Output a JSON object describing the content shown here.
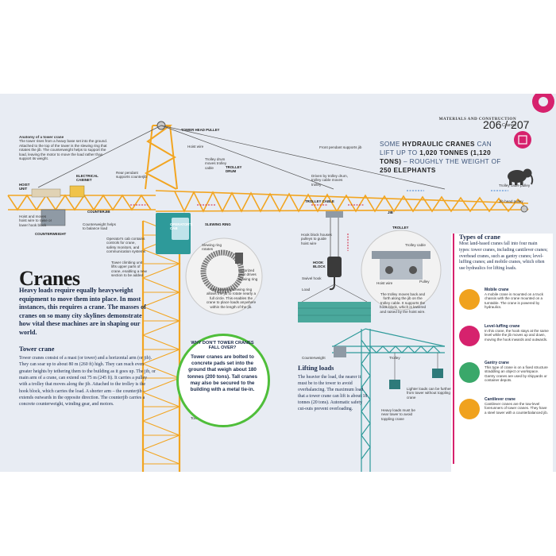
{
  "header": {
    "section": "MATERIALS AND CONSTRUCTION",
    "topic": "Cranes",
    "pages": "206 / 207"
  },
  "fact": {
    "pre1": "SOME ",
    "hl1": "HYDRAULIC CRANES",
    "mid1": " CAN LIFT UP TO ",
    "hl2": "1,020 TONNES (1,120 TONS)",
    "mid2": " – ROUGHLY THE WEIGHT OF ",
    "hl3": "250 ELEPHANTS"
  },
  "title": "Cranes",
  "intro": "Heavy loads require equally heavyweight equipment to move them into place. In most instances, this requires a crane. The masses of cranes on so many city skylines demonstrate how vital these machines are in shaping our world.",
  "tower_crane": {
    "heading": "Tower crane",
    "body": "Tower cranes consist of a mast (or tower) and a horizontal arm (or jib). They can soar up to about 80 m (260 ft) high. They can reach even greater heights by tethering them to the building as it goes up. The jib, or main arm of a crane, can extend out 75 m (245 ft). It carries a pulley with a trolley that moves along the jib. Attached to the trolley is the hook block, which carries the load. A shorter arm – the counterjib – extends outwards in the opposite direction. The counterjib carries a concrete counterweight, winding gear, and motors."
  },
  "anatomy": {
    "heading": "Anatomy of a tower crane",
    "body": "The tower rises from a heavy base set into the ground. Attached to the top of the tower is the slewing ring that rotates the jib. The counterweight helps to support the load, leaving the motor to move the load rather than support its weight."
  },
  "labels": {
    "tower_head_pulley": "TOWER HEAD PULLEY",
    "hoist_wire": "Hoist wire",
    "front_pendant": "Front pendant supports jib",
    "rear_pendant": "Rear pendant supports counterjib",
    "hoist_unit": "HOIST UNIT",
    "electrical_cabinet": "ELECTRICAL CABINET",
    "counterjib": "COUNTERJIB",
    "hoist_motor": "Hoist and moves hoist wire to raise or lower hook block",
    "counterweight": "COUNTERWEIGHT",
    "counterweight_note": "Counterweight helps to balance load",
    "cab": "OPERATOR'S CAB",
    "operators_cab_note": "Operator's cab contains controls for crane, safety monitors, and communication systems",
    "climbing_unit": "Tower climbing unit lifts upper parts of crane, enabling a new section to be added",
    "tower": "Tower",
    "trolley_drum_note": "Trolley drum moves trolley cable",
    "trolley_drum": "TROLLEY DRUM",
    "driven_by": "Driven by trolley drum, trolley cable moves trolley",
    "trolley_cable_pulley": "Trolley cable pulley",
    "trolley_cable": "TROLLEY CABLE",
    "jib": "JIB",
    "jib_head_pulley": "Jib head pulley",
    "slewing_ring": "SLEWING RING",
    "slewing_ring_rotates": "Slewing ring rotates",
    "motorized_gear": "Motorized gear drives slewing ring",
    "slewing_caption": "The powered slewing ring allows the jib to rotate nearly a full circle. This enables the crane to place loads anywhere within the length of the jib.",
    "hook_block_note": "Hook block houses pulleys to guide hoist wire",
    "hook_block": "HOOK BLOCK",
    "swivel_hook": "Swivel hook",
    "load": "Load",
    "trolley": "TROLLEY",
    "trolley_cable_small": "Trolley cable",
    "hoist_wire_small": "Hoist wire",
    "pulley": "Pulley",
    "trolley_caption": "The trolley moves back and forth along the jib on the trolley cable. It supports the hook block, which is lowered and raised by the hoist wire.",
    "counterweight_small": "Counterweight",
    "trolley_small": "Trolley",
    "lighter_loads": "Lighter loads can be further from tower without toppling crane",
    "heavy_loads": "Heavy loads must be near tower to avoid toppling crane"
  },
  "why": {
    "heading": "WHY DON'T TOWER CRANES FALL OVER?",
    "body": "Tower cranes are bolted to concrete pads set into the ground that weigh about 180 tonnes (200 tons). Tall cranes may also be secured to the building with a metal tie-in."
  },
  "lifting": {
    "heading": "Lifting loads",
    "body": "The heavier the load, the nearer it must be to the tower to avoid overbalancing. The maximum load that a tower crane can lift is about 18 tonnes (20 tons). Automatic safety cut-outs prevent overloading."
  },
  "types": {
    "heading": "Types of crane",
    "body": "Most land-based cranes fall into four main types: tower cranes, including cantilever cranes; overhead cranes, such as gantry cranes; level-luffing cranes; and mobile cranes, which often use hydraulics for lifting loads.",
    "items": [
      {
        "name": "Mobile crane",
        "desc": "A mobile crane is mounted on a truck chassis with the crane mounted on a turntable. The crane is powered by hydraulics.",
        "color": "#f0a21e"
      },
      {
        "name": "Level-luffing crane",
        "desc": "In this crane, the hook stays at the same level while the jib moves up and down, moving the hook inwards and outwards.",
        "color": "#d6226d"
      },
      {
        "name": "Gantry crane",
        "desc": "This type of crane is on a fixed structure straddling an object or workspace. Gantry cranes are used by shipyards or container depots.",
        "color": "#3aa86a"
      },
      {
        "name": "Cantilever crane",
        "desc": "Cantilever cranes are the tow-level forerunners of tower cranes. They have a steel tower with a counterbalanced jib.",
        "color": "#f0a21e"
      }
    ]
  },
  "colors": {
    "crane_yellow": "#f2a521",
    "teal": "#2e9a9a",
    "red_arrow": "#d0213b",
    "blue_arrow": "#3b7fd0",
    "green": "#4fbe3a",
    "pink": "#d6226d"
  }
}
